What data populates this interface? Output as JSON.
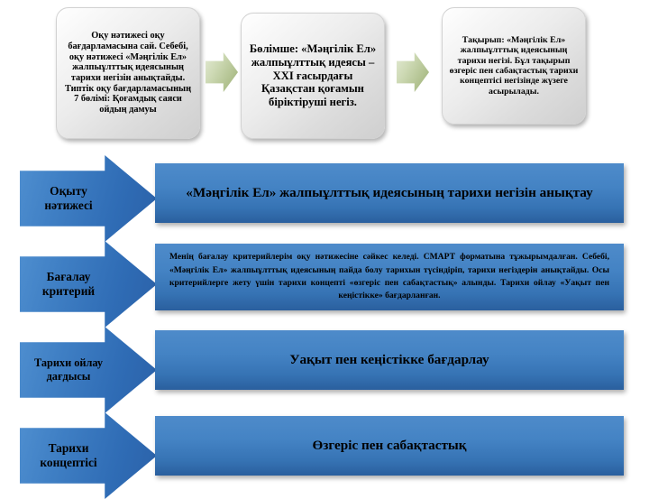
{
  "top_flow": {
    "boxes": [
      {
        "id": "learning-outcome-source",
        "text": "Оқу нәтижесі оқу бағдарламасына сай. Себебі, оқу нәтижесі «Мәңгілік Ел» жалпыұлттық идеясының тарихи негізін анықтайды. Типтік оқу бағдарламасының 7 бөлімі: Қоғамдық саяси ойдың дамуы"
      },
      {
        "id": "subsection",
        "text": "Бөлімше: «Мәңгілік Ел» жалпыұлттық идеясы – XXI ғасырдағы Қазақстан қоғамын біріктіруші негіз."
      },
      {
        "id": "theme",
        "text": "Тақырып: «Мәңгілік Ел» жалпыұлттық идеясының тарихи негізі. Бұл тақырып өзгеріс пен сабақтастық тарихи концептісі негізінде жүзеге асырылады."
      }
    ],
    "connector_icon": "right-arrow-icon"
  },
  "rows": [
    {
      "id": "learning-outcome",
      "label": "Оқыту\nнәтижесі",
      "content": "«Мәңгілік Ел» жалпыұлттық идеясының тарихи негізін анықтау"
    },
    {
      "id": "assessment-criteria",
      "label": "Бағалау\nкритерий",
      "content": "Менің бағалау критерийлерім оқу нәтижесіне сәйкес келеді. СМАРТ форматына тұжырымдалған. Себебі, «Мәңгілік Ел» жалпыұлттық идеясының пайда болу тарихын түсіндіріп, тарихи негіздерін анықтайды. Осы критерийлерге жету үшін тарихи концепті «өзгеріс пен сабақтастық» алынды. Тарихи ойлау «Уақыт пен кеңістікке» бағдарланған."
    },
    {
      "id": "historical-thinking-skill",
      "label": "Тарихи ойлау\nдағдысы",
      "content": "Уақыт пен кеңістікке бағдарлау"
    },
    {
      "id": "historical-concept",
      "label": "Тарихи\nконцептісі",
      "content": "Өзгеріс пен сабақтастық"
    }
  ],
  "colors": {
    "blue_panel_top": "#4e8bca",
    "blue_panel_bottom": "#2a5f9e",
    "blue_arrow": "#3f7fc4",
    "green_arrow": "#b3c392",
    "grey_box": "#e8e8e8",
    "text": "#000000"
  }
}
